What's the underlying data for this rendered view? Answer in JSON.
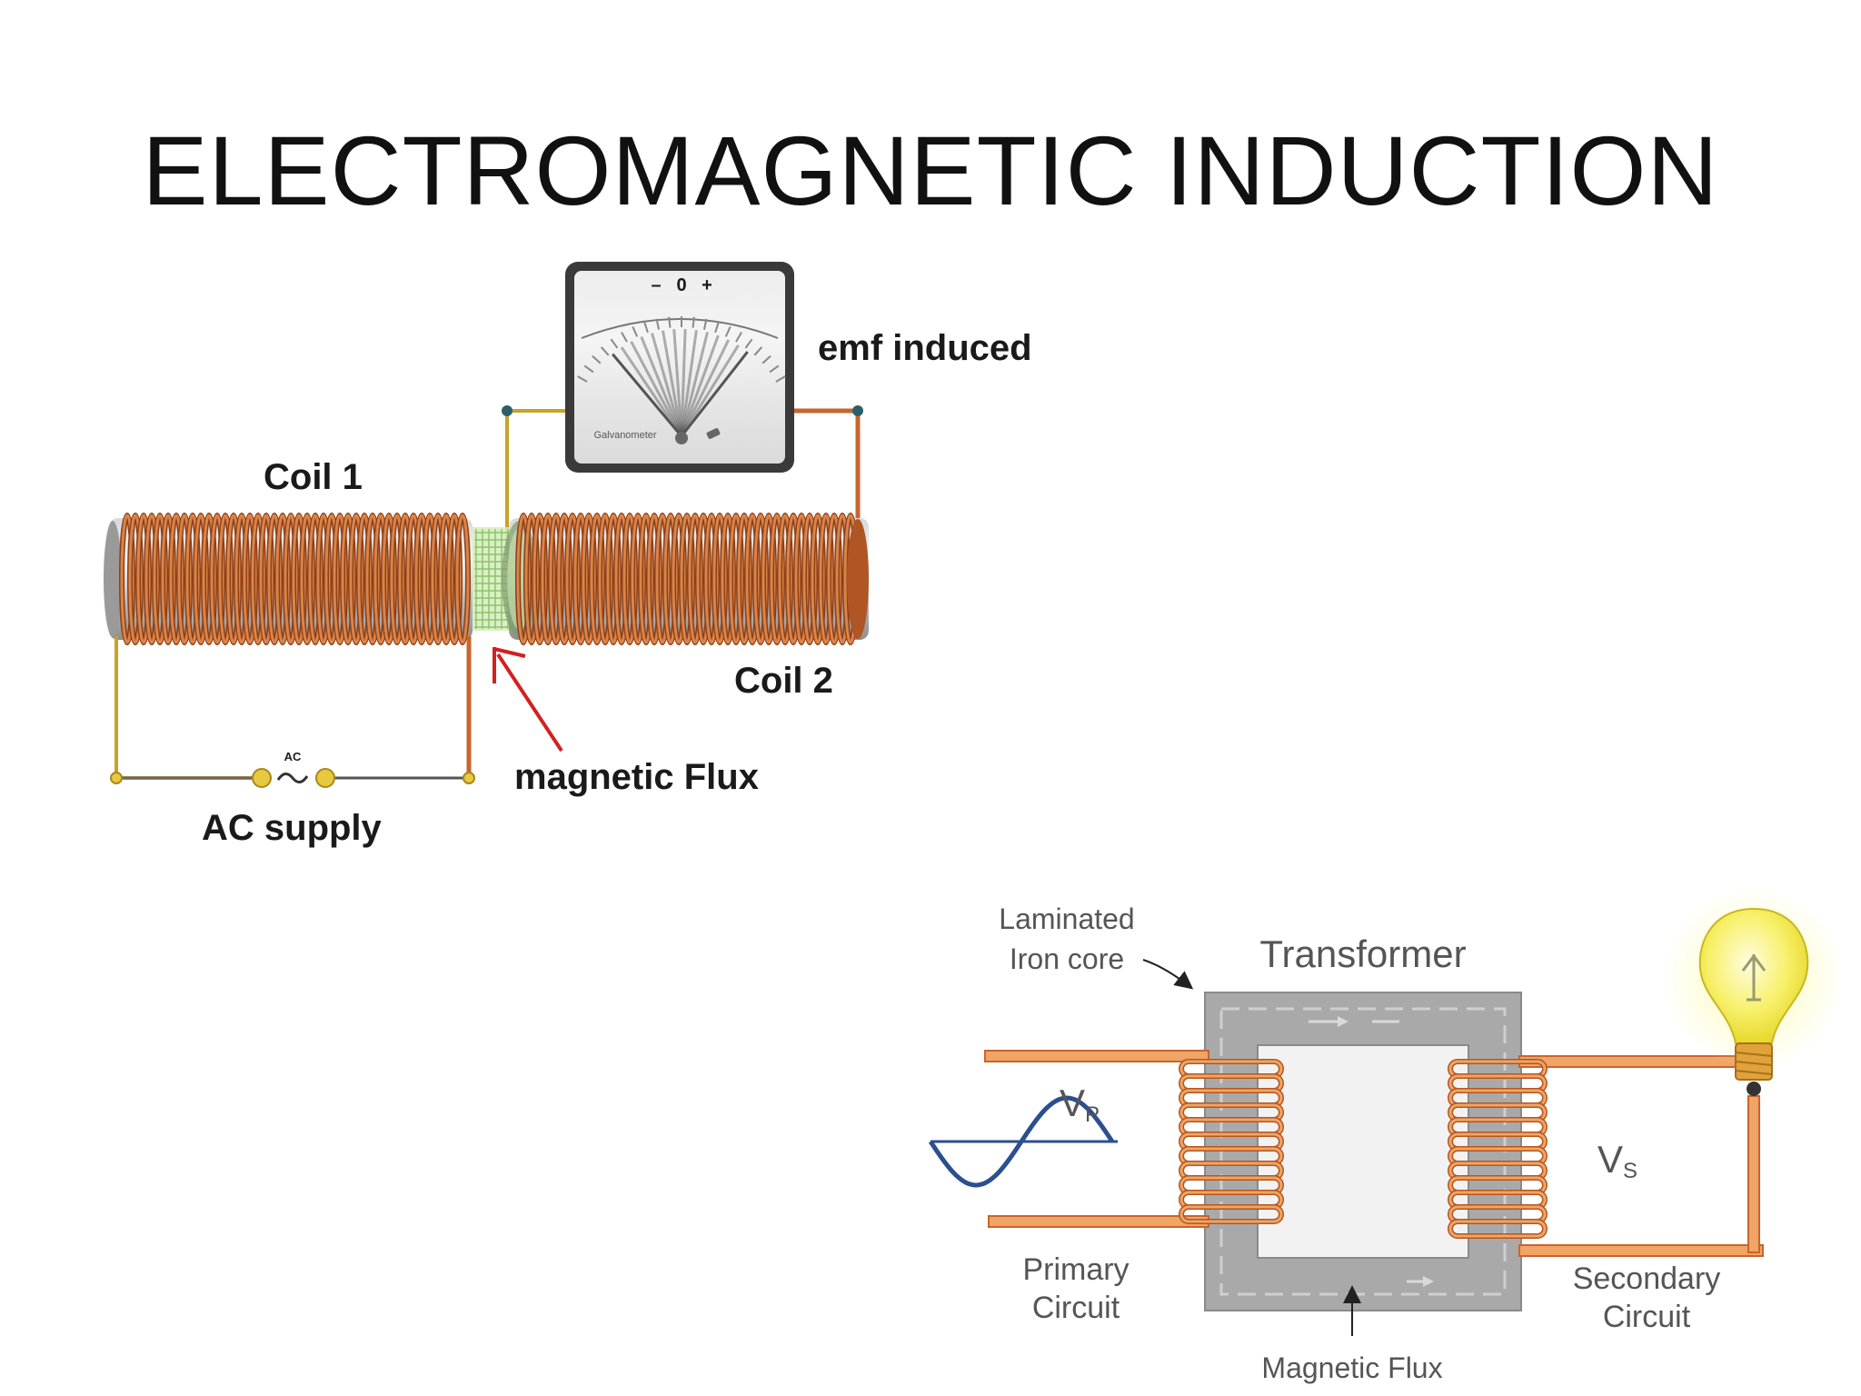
{
  "title": "ELECTROMAGNETIC INDUCTION",
  "diagram1": {
    "emf_label": "emf induced",
    "coil1_label": "Coil 1",
    "coil2_label": "Coil 2",
    "flux_label": "magnetic Flux",
    "ac_label": "AC supply",
    "ac_symbol_label": "AC",
    "galvanometer": {
      "minus": "–",
      "zero": "0",
      "plus": "+",
      "name": "Galvanometer"
    }
  },
  "diagram2": {
    "core_line1": "Laminated",
    "core_line2": "Iron core",
    "title": "Transformer",
    "vp_main": "V",
    "vp_sub": "P",
    "vs_main": "V",
    "vs_sub": "S",
    "primary_line1": "Primary",
    "primary_line2": "Circuit",
    "secondary_line1": "Secondary",
    "secondary_line2": "Circuit",
    "flux_label": "Magnetic Flux"
  },
  "colors": {
    "copper": "#c8652c",
    "wire_gold": "#c9a227",
    "core_grey": "#a9a9a9",
    "sine_blue": "#2b4f8f",
    "bulb_yellow": "#f5ec4a",
    "arrow_red": "#d42020"
  }
}
